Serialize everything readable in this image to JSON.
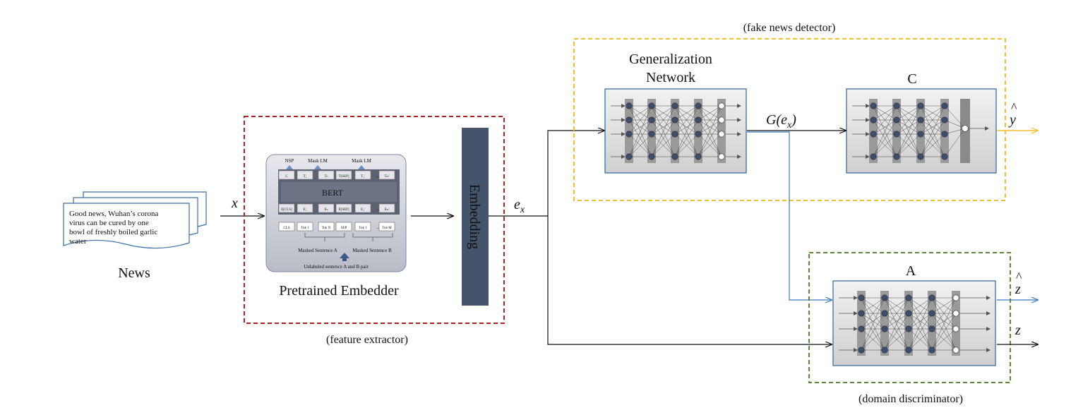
{
  "news": {
    "text_lines": [
      "Good news, Wuhan’s corona",
      "virus can be cured by one",
      "bowl of freshly boiled garlic",
      "water"
    ],
    "caption": "News"
  },
  "input_symbol": "x",
  "feature_extractor": {
    "caption": "(feature extractor)",
    "embedder_label": "Pretrained Embedder",
    "embedding_label": "Embedding",
    "bert": {
      "title": "BERT",
      "top_labels": [
        "NSP",
        "Mask LM",
        "Mask LM"
      ],
      "output_tokens": [
        "C",
        "T₁",
        "...",
        "Tₙ",
        "T[SEP]",
        "T₁'",
        "...",
        "Tₘ'"
      ],
      "embed_tokens": [
        "E[CLS]",
        "E₁",
        "...",
        "Eₙ",
        "E[SEP]",
        "E₁'",
        "...",
        "Eₘ'"
      ],
      "input_tokens": [
        "CLS",
        "Tok 1",
        "...",
        "Tok N",
        "SEP",
        "Tok 1",
        "...",
        "Tok M"
      ],
      "sentence_a": "Masked Sentence A",
      "sentence_b": "Masked Sentence B",
      "pair_label": "Unlabeled sentence A and B pair"
    }
  },
  "embedding_symbol": "e",
  "embedding_subscript": "x",
  "fake_news_detector": {
    "caption": "(fake news detector)",
    "generalization_network_line1": "Generalization",
    "generalization_network_line2": "Network",
    "g_output_main": "G(e",
    "g_output_sub": "x",
    "g_output_close": ")",
    "classifier_label": "C",
    "output_symbol": "y",
    "hat": "^"
  },
  "domain_discriminator": {
    "caption": "(domain discriminator)",
    "label": "A",
    "output_hat_symbol": "z",
    "output_symbol": "z",
    "hat": "^"
  },
  "colors": {
    "red_dashed": "#b22222",
    "yellow_dashed": "#f0c030",
    "green_dashed": "#5a8a3a",
    "blue_arrow": "#3b7bbf",
    "yellow_arrow": "#f0c030",
    "embedding_bar": "#44546a",
    "network_border": "#3b6ea5"
  }
}
